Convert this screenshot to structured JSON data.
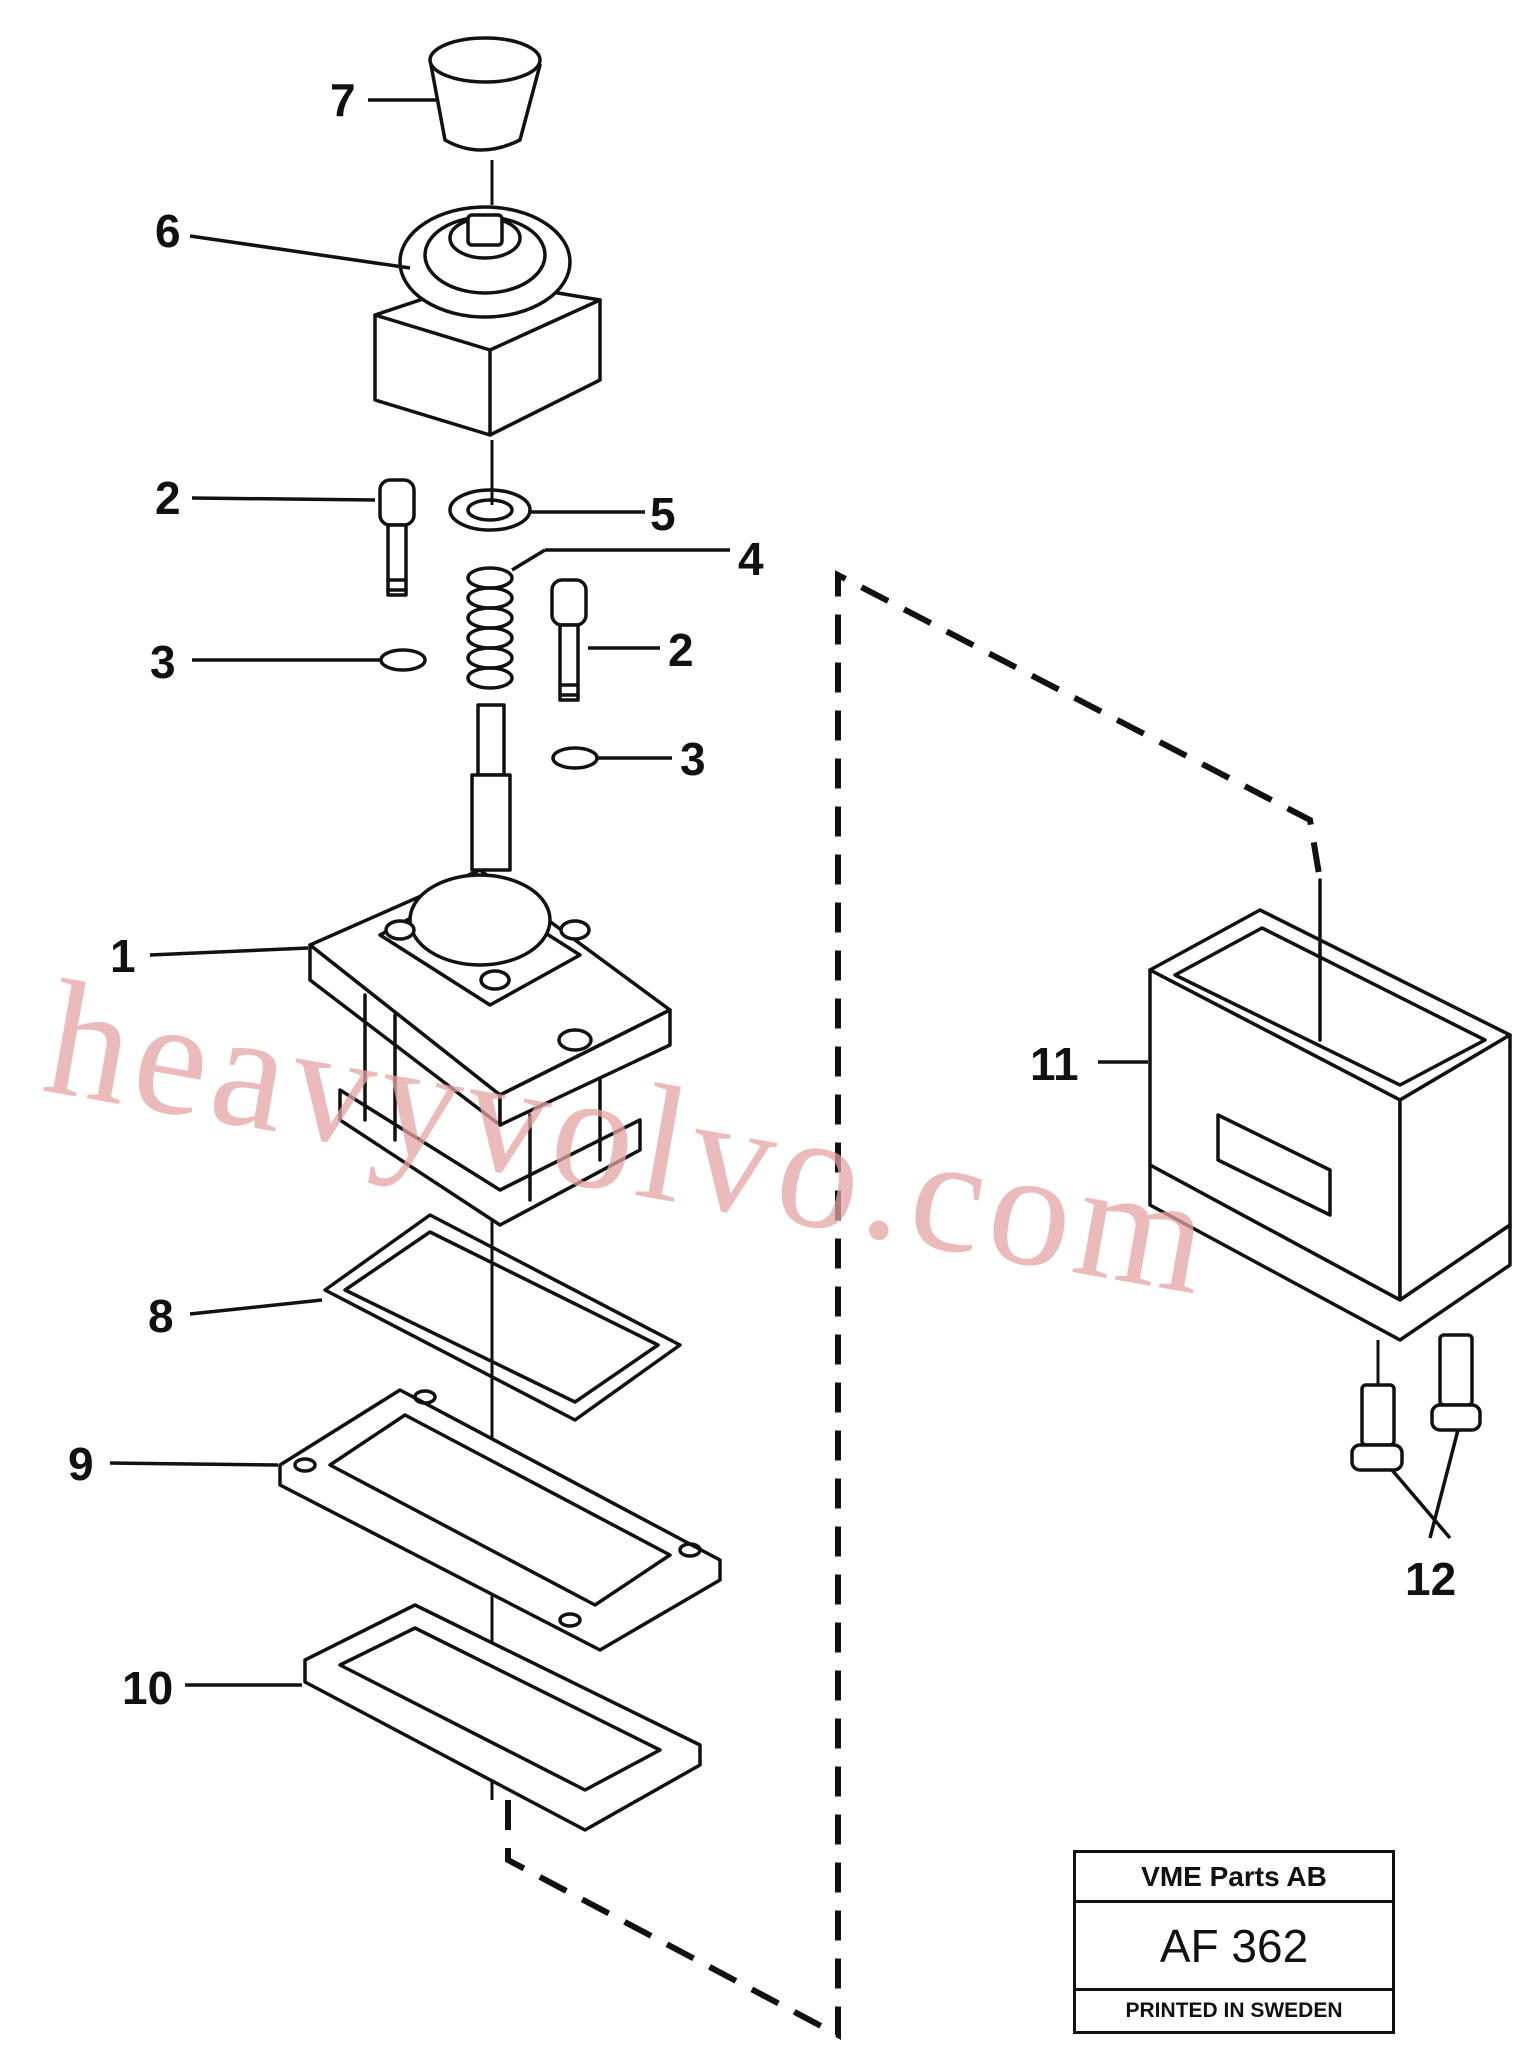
{
  "callouts": {
    "c1": "1",
    "c2a": "2",
    "c2b": "2",
    "c3a": "3",
    "c3b": "3",
    "c4": "4",
    "c5": "5",
    "c6": "6",
    "c7": "7",
    "c8": "8",
    "c9": "9",
    "c10": "10",
    "c11": "11",
    "c12": "12"
  },
  "watermark": "heavyvolvo.com",
  "title_block": {
    "company": "VME Parts AB",
    "drawing_no": "AF 362",
    "footer": "PRINTED IN SWEDEN"
  }
}
